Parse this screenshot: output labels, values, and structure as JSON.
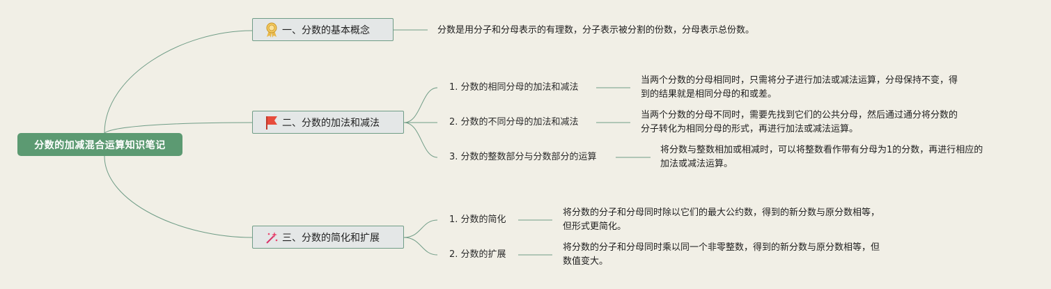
{
  "root": {
    "label": "分数的加减混合运算知识笔记"
  },
  "branches": [
    {
      "label": "一、分数的基本概念",
      "icon": "award-ribbon-icon",
      "note": "分数是用分子和分母表示的有理数，分子表示被分割的份数，分母表示总份数。"
    },
    {
      "label": "二、分数的加法和减法",
      "icon": "red-flag-icon",
      "children": [
        {
          "label": "1. 分数的相同分母的加法和减法",
          "note": [
            "当两个分数的分母相同时，只需将分子进行加法或减法运算，分母保持不变，得",
            "到的结果就是相同分母的和或差。"
          ]
        },
        {
          "label": "2. 分数的不同分母的加法和减法",
          "note": [
            "当两个分数的分母不同时，需要先找到它们的公共分母，然后通过通分将分数的",
            "分子转化为相同分母的形式，再进行加法或减法运算。"
          ]
        },
        {
          "label": "3. 分数的整数部分与分数部分的运算",
          "note": [
            "将分数与整数相加或相减时，可以将整数看作带有分母为1的分数，再进行相应的",
            "加法或减法运算。"
          ]
        }
      ]
    },
    {
      "label": "三、分数的简化和扩展",
      "icon": "magic-wand-icon",
      "children": [
        {
          "label": "1. 分数的简化",
          "note": [
            "将分数的分子和分母同时除以它们的最大公约数，得到的新分数与原分数相等，",
            "但形式更简化。"
          ]
        },
        {
          "label": "2. 分数的扩展",
          "note": [
            "将分数的分子和分母同时乘以同一个非零整数，得到的新分数与原分数相等，但",
            "数值变大。"
          ]
        }
      ]
    }
  ],
  "colors": {
    "background": "#f1efe6",
    "root_fill": "#5c9a72",
    "connector": "#6f9c86",
    "branch_fill": "#e4e7e7"
  }
}
